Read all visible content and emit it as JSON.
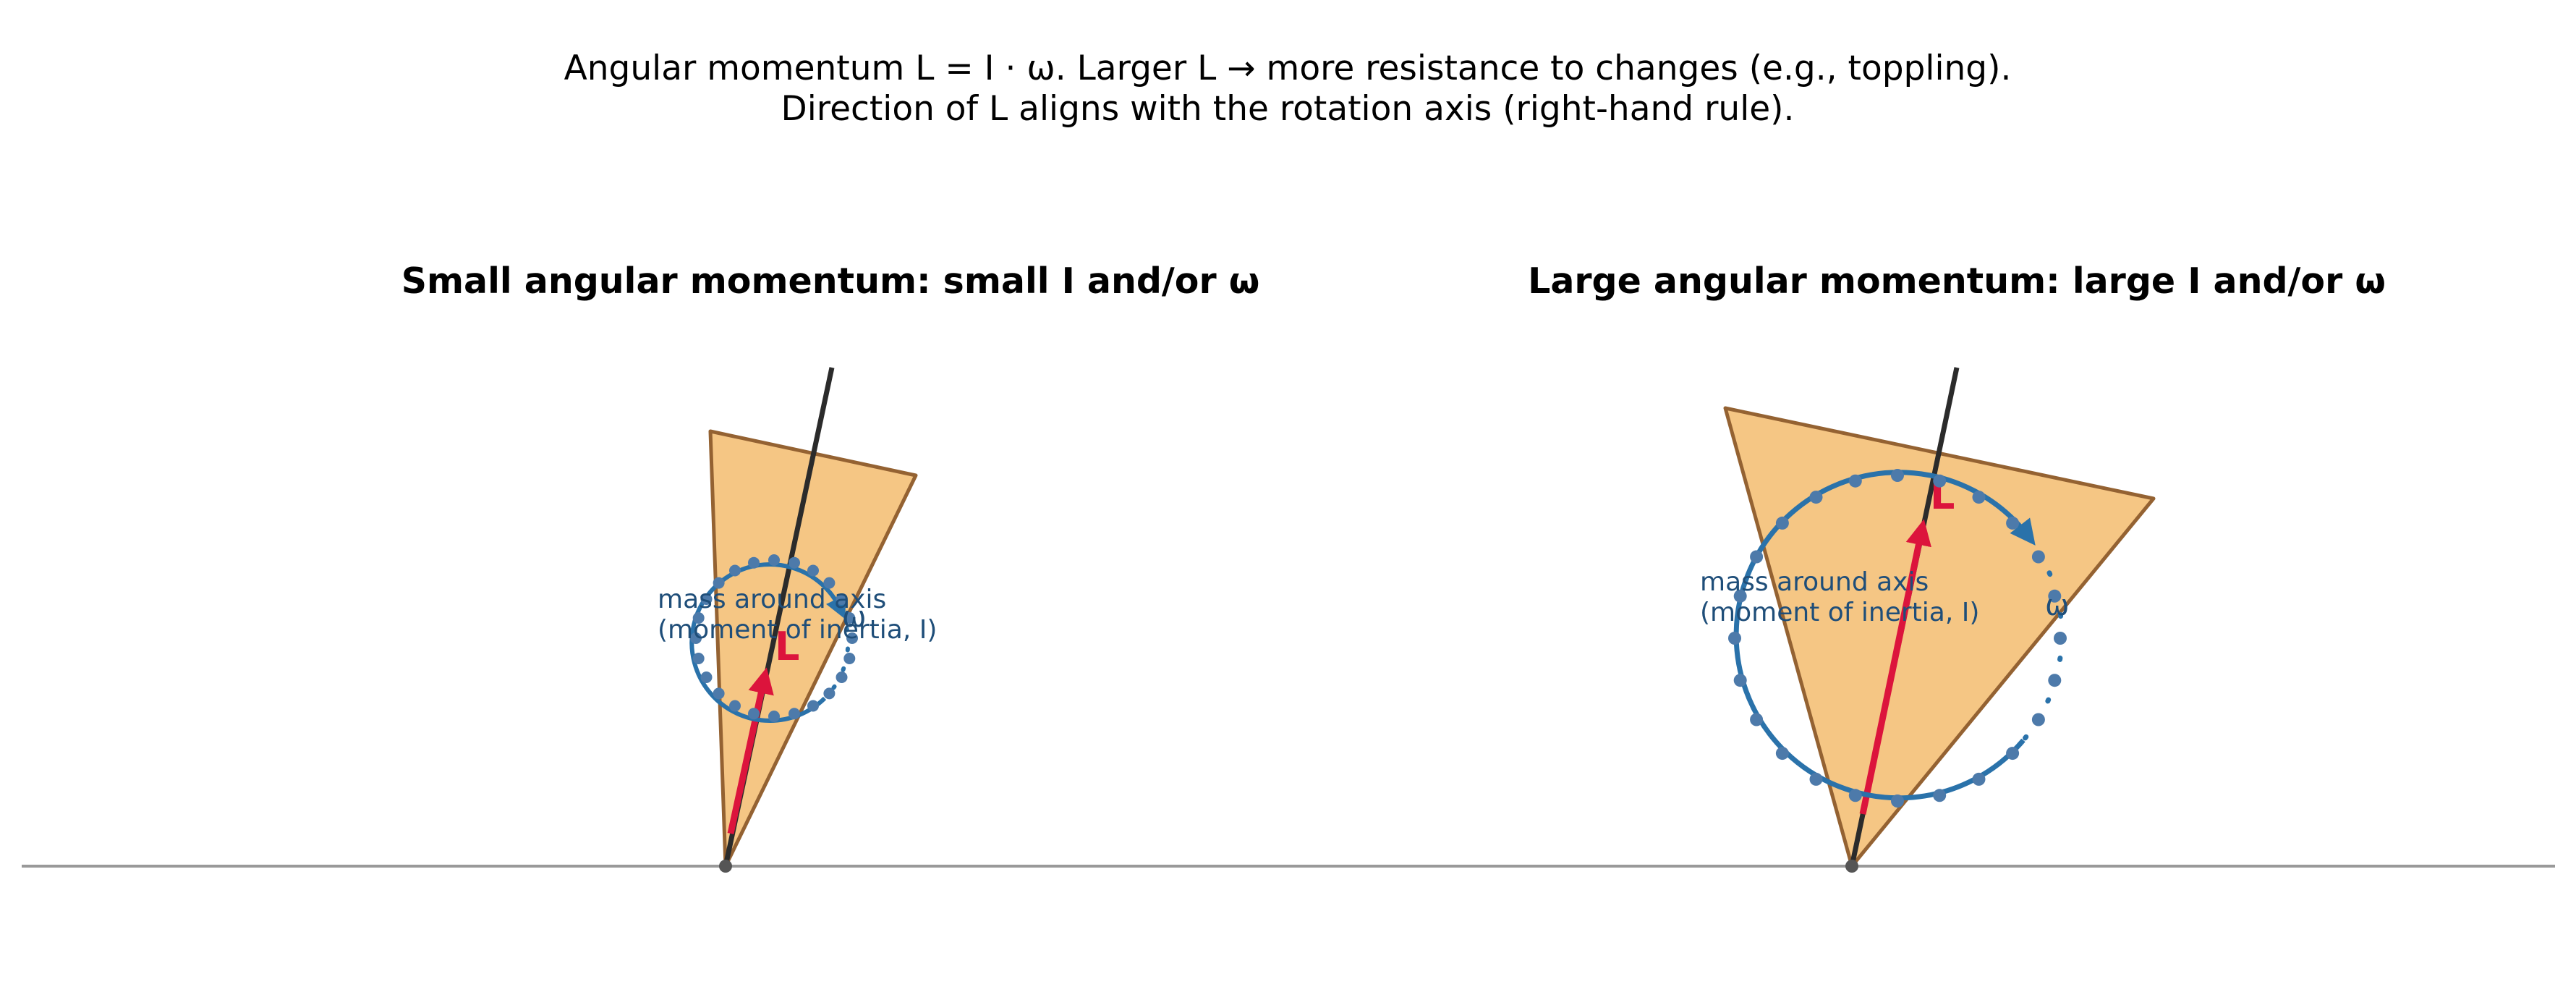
{
  "header": {
    "line1": "Angular momentum L = I · ω. Larger L → more resistance to changes (e.g., toppling).",
    "line2": "Direction of L aligns with the rotation axis (right-hand rule)."
  },
  "panels": [
    {
      "title": "Small angular momentum: small I and/or ω",
      "mass_label_line1": "mass around axis",
      "mass_label_line2": "(moment of inertia, I)",
      "omega_label": "ω",
      "vector_label": "L"
    },
    {
      "title": "Large angular momentum: large I and/or ω",
      "mass_label_line1": "mass around axis",
      "mass_label_line2": "(moment of inertia, I)",
      "omega_label": "ω",
      "vector_label": "L"
    }
  ],
  "colors": {
    "body_fill": "#f5c684",
    "body_edge": "#946232",
    "axis": "#2b2b2b",
    "momentum_vector": "#dc143c",
    "rotation_circle": "#2a72aa",
    "mass_points": "#4d7aaa",
    "label_text": "#1f4e79",
    "ground": "#999999",
    "pivot": "#555555"
  }
}
